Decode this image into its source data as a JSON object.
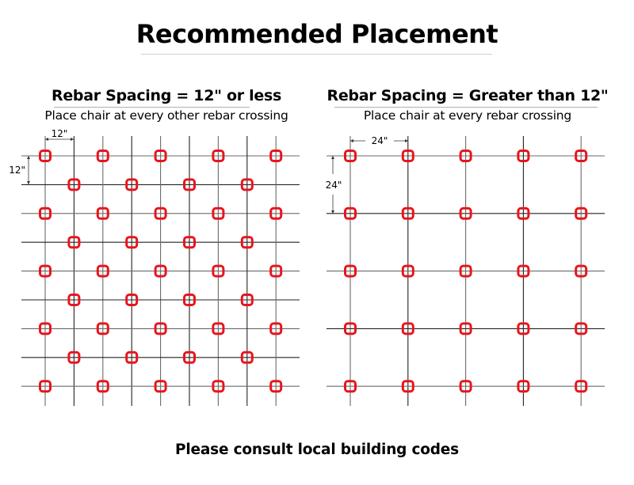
{
  "title": "Recommended Placement",
  "footer": "Please consult local building codes",
  "colors": {
    "chair": "#e8141c",
    "rebar": "#333333",
    "rule": "#c8c8c8"
  },
  "panels": [
    {
      "heading": "Rebar Spacing = 12\" or less",
      "subheading": "Place chair at every other rebar crossing",
      "dimension_h_label": "12\"",
      "dimension_v_label": "12\"",
      "rebar_spacing_in": 12,
      "grid_lines": 9,
      "pattern": "every-other-crossing",
      "chairs": 41
    },
    {
      "heading": "Rebar Spacing = Greater than 12\"",
      "subheading": "Place chair at every rebar crossing",
      "dimension_h_label": "24\"",
      "dimension_v_label": "24\"",
      "rebar_spacing_in": 24,
      "grid_lines": 5,
      "pattern": "every-crossing",
      "chairs": 25
    }
  ]
}
